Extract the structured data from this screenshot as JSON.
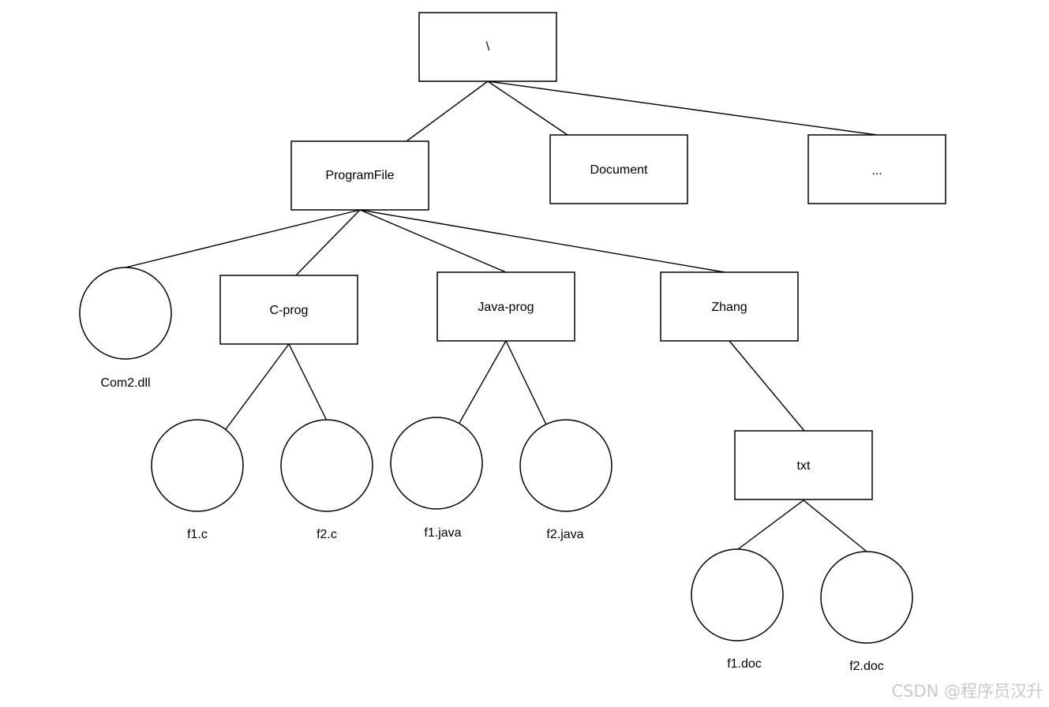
{
  "diagram": {
    "nodes": {
      "root": {
        "label": "\\"
      },
      "programfile": {
        "label": "ProgramFile"
      },
      "document": {
        "label": "Document"
      },
      "ellipsis": {
        "label": "..."
      },
      "com2dll": {
        "label": "Com2.dll"
      },
      "cprog": {
        "label": "C-prog"
      },
      "javaprog": {
        "label": "Java-prog"
      },
      "zhang": {
        "label": "Zhang"
      },
      "f1c": {
        "label": "f1.c"
      },
      "f2c": {
        "label": "f2.c"
      },
      "f1java": {
        "label": "f1.java"
      },
      "f2java": {
        "label": "f2.java"
      },
      "txt": {
        "label": "txt"
      },
      "f1doc": {
        "label": "f1.doc"
      },
      "f2doc": {
        "label": "f2.doc"
      }
    },
    "edges": [
      {
        "from": "root",
        "to": "programfile"
      },
      {
        "from": "root",
        "to": "document"
      },
      {
        "from": "root",
        "to": "ellipsis"
      },
      {
        "from": "programfile",
        "to": "com2dll"
      },
      {
        "from": "programfile",
        "to": "cprog"
      },
      {
        "from": "programfile",
        "to": "javaprog"
      },
      {
        "from": "programfile",
        "to": "zhang"
      },
      {
        "from": "cprog",
        "to": "f1c"
      },
      {
        "from": "cprog",
        "to": "f2c"
      },
      {
        "from": "javaprog",
        "to": "f1java"
      },
      {
        "from": "javaprog",
        "to": "f2java"
      },
      {
        "from": "zhang",
        "to": "txt"
      },
      {
        "from": "txt",
        "to": "f1doc"
      },
      {
        "from": "txt",
        "to": "f2doc"
      }
    ]
  },
  "watermark": {
    "text": "CSDN @程序员汉升"
  },
  "colors": {
    "stroke": "#000000",
    "background": "#ffffff",
    "watermark": "#c9c9c9"
  }
}
